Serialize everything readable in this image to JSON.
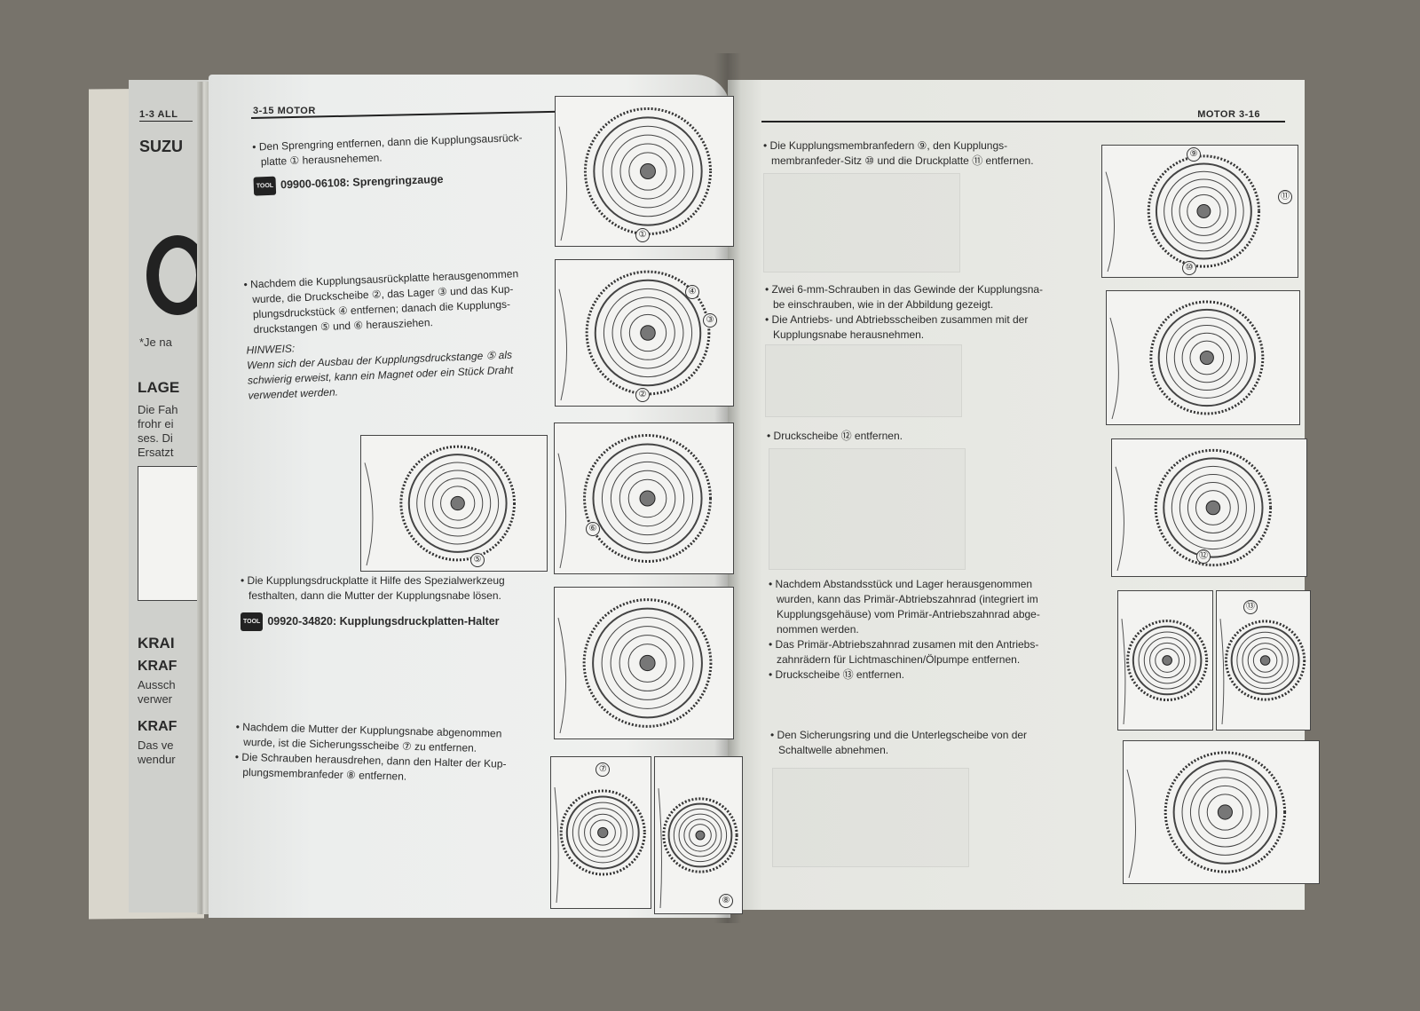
{
  "underlying_page": {
    "header": "1-3  ALL",
    "title": "SUZU",
    "footnote": "*Je na",
    "heading1": "LAGE",
    "para1": [
      "Die Fah",
      "frohr ei",
      "ses. Di",
      "Ersatzt"
    ],
    "heading2": "KRAI",
    "heading3": "KRAF",
    "para2": [
      "Aussch",
      "verwer"
    ],
    "heading4": "KRAF",
    "para3": [
      "Das ve",
      "wendur"
    ]
  },
  "left_page": {
    "header": "3-15  MOTOR",
    "step1": [
      "Den Sprengring entfernen, dann die Kupplungsausrück-",
      "platte ① herausnehemen."
    ],
    "tool1": {
      "icon_label": "TOOL",
      "text": "09900-06108: Sprengringzauge"
    },
    "step2": [
      "Nachdem die Kupplungsausrückplatte herausgenommen",
      "wurde, die Druckscheibe ②, das Lager ③ und das Kup-",
      "plungsdruckstück ④ entfernen; danach die Kupplungs-",
      "druckstangen ⑤ und ⑥ herausziehen."
    ],
    "note_title": "HINWEIS:",
    "note": [
      "Wenn sich der Ausbau der Kupplungsdruckstange ⑤ als",
      "schwierig erweist, kann ein Magnet oder ein Stück Draht",
      "verwendet werden."
    ],
    "step3": [
      "Die Kupplungsdruckplatte it Hilfe des Spezialwerkzeug",
      "festhalten, dann die Mutter der Kupplungsnabe lösen."
    ],
    "tool2": {
      "icon_label": "TOOL",
      "text": "09920-34820: Kupplungsdruckplatten-Halter"
    },
    "step4": [
      "Nachdem die Mutter der Kupplungsnabe abgenommen",
      "wurde, ist die Sicherungsscheibe ⑦ zu entfernen."
    ],
    "step5": [
      "Die Schrauben herausdrehen, dann den Halter der Kup-",
      "plungsmembranfeder ⑧ entfernen."
    ],
    "figure_labels": [
      "①",
      "②",
      "③",
      "④",
      "⑤",
      "⑥",
      "⑤",
      "⑦",
      "⑧"
    ]
  },
  "right_page": {
    "header": "MOTOR  3-16",
    "step1": [
      "Die Kupplungsmembranfedern ⑨, den Kupplungs-",
      "membranfeder-Sitz ⑩ und die Druckplatte ⑪ entfernen."
    ],
    "step2": [
      "Zwei 6-mm-Schrauben in das Gewinde der Kupplungsna-",
      "be einschrauben, wie in der Abbildung gezeigt."
    ],
    "step3": [
      "Die Antriebs- und Abtriebsscheiben zusammen mit der",
      "Kupplungsnabe herausnehmen."
    ],
    "step4": [
      "Druckscheibe ⑫ entfernen."
    ],
    "step5": [
      "Nachdem Abstandsstück und Lager herausgenommen",
      "wurden, kann das Primär-Abtriebszahnrad (integriert im",
      "Kupplungsgehäuse) vom Primär-Antriebszahnrad abge-",
      "nommen werden."
    ],
    "step6": [
      "Das Primär-Abtriebszahnrad zusamen mit den Antriebs-",
      "zahnrädern für Lichtmaschinen/Ölpumpe entfernen."
    ],
    "step7": [
      "Druckscheibe ⑬ entfernen."
    ],
    "step8": [
      "Den Sicherungsring und die Unterlegscheibe von der",
      "Schaltwelle abnehmen."
    ],
    "figure_labels": [
      "⑨",
      "⑩",
      "⑪",
      "⑫",
      "⑬"
    ]
  }
}
